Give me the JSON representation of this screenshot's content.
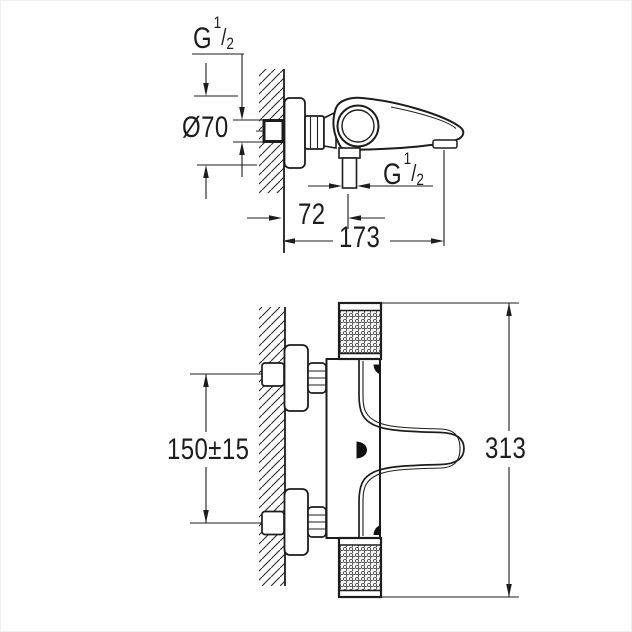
{
  "figure": {
    "background_color": "#ffffff",
    "line_color": "#1d1d1b"
  },
  "side_view": {
    "labels": {
      "inlet_thread": {
        "prefix": "G",
        "numerator": "1",
        "slash": "/",
        "denominator": "2"
      },
      "escutcheon_diameter": "Ø70",
      "outlet_thread": {
        "prefix": "G",
        "numerator": "1",
        "slash": "/",
        "denominator": "2"
      },
      "wall_to_outlet": "72",
      "wall_to_spout_tip": "173"
    }
  },
  "top_view": {
    "labels": {
      "inlet_spacing": "150±15",
      "overall_width": "313"
    }
  }
}
